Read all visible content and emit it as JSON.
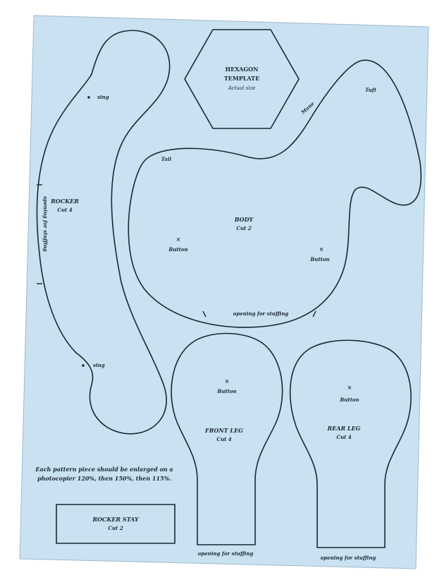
{
  "colors": {
    "paper": "#c9e1f1",
    "ink": "#1b2733",
    "background": "#ffffff"
  },
  "hexagon": {
    "title": "HEXAGON",
    "subtitle": "TEMPLATE",
    "note": "Actual size"
  },
  "rocker": {
    "title": "ROCKER",
    "cut": "Cut 4",
    "opening": "opening for stuffing",
    "sing_top": "sing",
    "sing_bottom": "sing"
  },
  "body": {
    "title": "BODY",
    "cut": "Cut 2",
    "tail": "Tail",
    "mane": "Mane",
    "tuft": "Tuft",
    "button_left": "Button",
    "button_right": "Button",
    "opening": "opening for stuffing",
    "mark": "×"
  },
  "front_leg": {
    "title": "FRONT LEG",
    "cut": "Cut 4",
    "button": "Button",
    "opening": "opening for stuffing",
    "mark": "×"
  },
  "rear_leg": {
    "title": "REAR LEG",
    "cut": "Cut 4",
    "button": "Button",
    "opening": "opening for stuffing",
    "mark": "×"
  },
  "instructions": {
    "line1": "Each pattern piece should be enlarged on a",
    "line2": "photocopier 120%, then 150%, then 115%."
  },
  "rocker_stay": {
    "title": "ROCKER STAY",
    "cut": "Cut 2"
  }
}
